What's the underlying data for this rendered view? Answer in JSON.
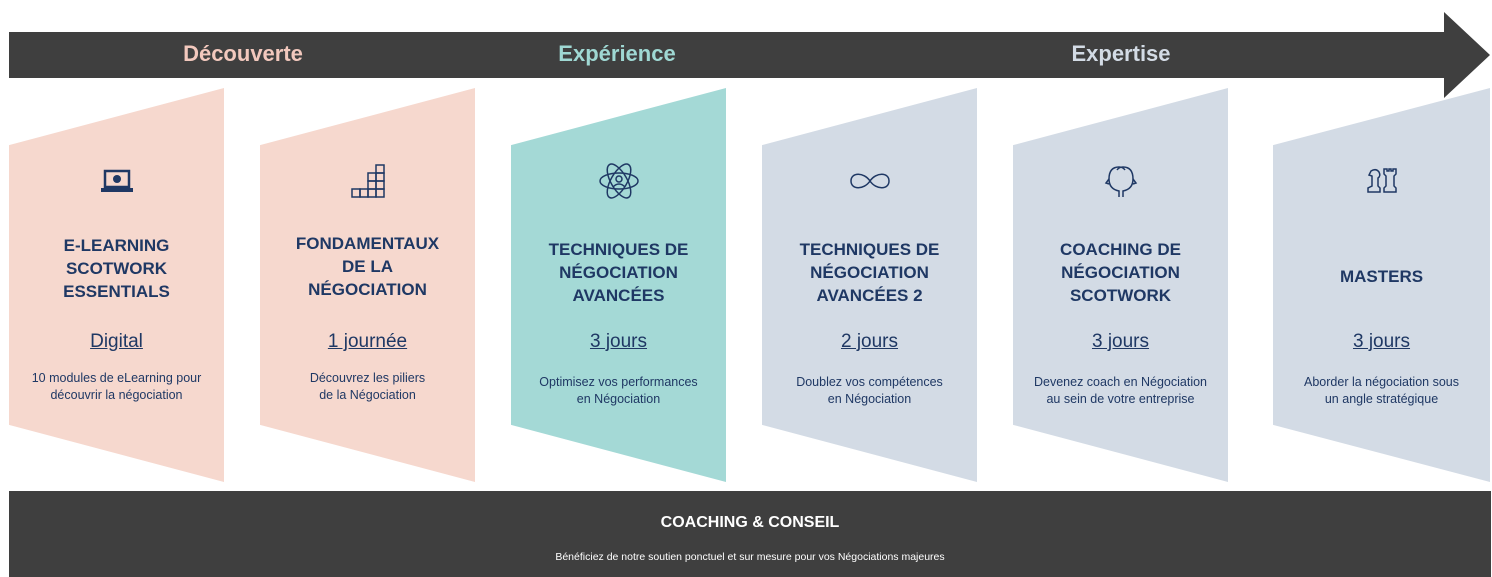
{
  "phases": [
    "Découverte",
    "Expérience",
    "Expertise"
  ],
  "colors": {
    "arrow": "#3f3f3f",
    "decouverte": "#f6d8ce",
    "experience": "#a4d9d6",
    "expertise": "#d3dbe5",
    "text": "#1f3864",
    "bottom_bar": "#3f3f3f"
  },
  "programs": [
    {
      "icon": "laptop-icon",
      "title": [
        "E-LEARNING",
        "SCOTWORK",
        "ESSENTIALS"
      ],
      "duration": "Digital",
      "description": [
        "10 modules de eLearning pour",
        "découvrir la négociation"
      ]
    },
    {
      "icon": "blocks-icon",
      "title": [
        "FONDAMENTAUX",
        "DE LA",
        "NÉGOCIATION"
      ],
      "duration": "1 journée",
      "description": [
        "Découvrez les piliers",
        "de la Négociation"
      ]
    },
    {
      "icon": "atom-icon",
      "title": [
        "TECHNIQUES DE",
        "NÉGOCIATION",
        "AVANCÉES"
      ],
      "duration": "3 jours",
      "description": [
        "Optimisez vos performances",
        "en Négociation"
      ]
    },
    {
      "icon": "infinity-icon",
      "title": [
        "TECHNIQUES DE",
        "NÉGOCIATION",
        "AVANCÉES 2"
      ],
      "duration": "2 jours",
      "description": [
        "Doublez vos compétences",
        "en Négociation"
      ]
    },
    {
      "icon": "faces-icon",
      "title": [
        "COACHING DE",
        "NÉGOCIATION",
        "SCOTWORK"
      ],
      "duration": "3 jours",
      "description": [
        "Devenez coach en Négociation",
        "au sein de votre entreprise"
      ]
    },
    {
      "icon": "chess-icon",
      "title": [
        "MASTERS"
      ],
      "duration": "3 jours",
      "description": [
        "Aborder la négociation sous",
        "un angle stratégique"
      ]
    }
  ],
  "bottom_bar": {
    "title": "COACHING & CONSEIL",
    "subtitle": "Bénéficiez de notre soutien ponctuel et sur mesure pour vos Négociations majeures"
  }
}
